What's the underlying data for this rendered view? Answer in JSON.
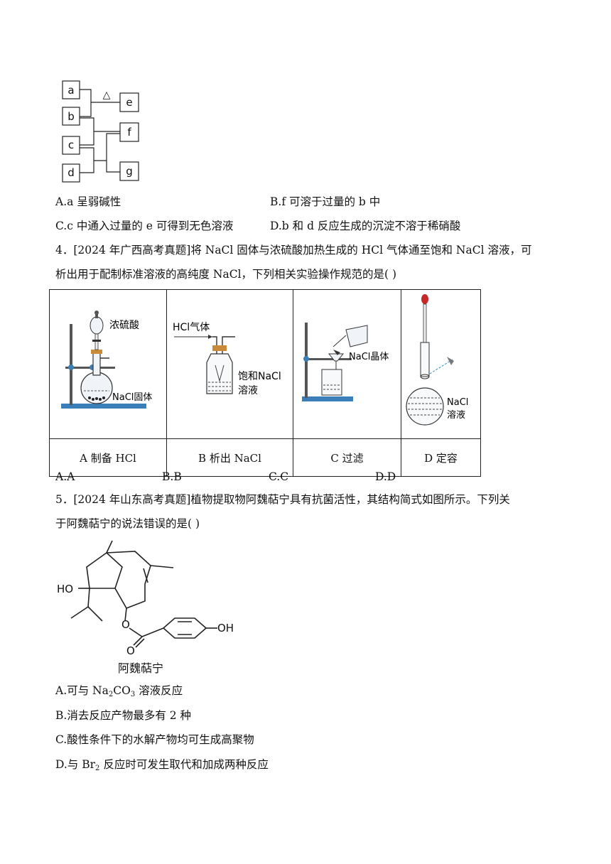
{
  "flow": {
    "boxes": [
      "a",
      "b",
      "c",
      "d",
      "e",
      "f",
      "g"
    ],
    "heat_symbol": "△"
  },
  "q3": {
    "option_a": "A.a 呈弱碱性",
    "option_b": "B.f 可溶于过量的 b 中",
    "option_c": "C.c 中通入过量的 e 可得到无色溶液",
    "option_d": "D.b 和 d 反应生成的沉淀不溶于稀硝酸"
  },
  "q4": {
    "line1": "4．[2024 年广西高考真题]将 NaCl 固体与浓硫酸加热生成的 HCl 气体通至饱和 NaCl 溶液，可",
    "line2": "析出用于配制标准溶液的高纯度 NaCl，下列相关实验操作规范的是(   )",
    "labels": {
      "a_acid": "浓硫酸",
      "a_solid": "NaCl固体",
      "b_gas": "HCl气体",
      "b_sat1": "饱和NaCl",
      "b_sat2": "溶液",
      "c_crystal": "NaCl晶体",
      "d_sol1": "NaCl",
      "d_sol2": "溶液"
    },
    "captions": [
      "A 制备 HCl",
      "B 析出 NaCl",
      "C 过滤",
      "D 定容"
    ],
    "options": [
      "A.A",
      "B.B",
      "C.C",
      "D.D"
    ]
  },
  "q5": {
    "line1": "5．[2024 年山东高考真题]植物提取物阿魏萜宁具有抗菌活性，其结构简式如图所示。下列关",
    "line2": "于阿魏萜宁的说法错误的是(   )",
    "struct": {
      "oh_left": "HO",
      "oh_right": "OH",
      "o_ester": "O",
      "o_carbonyl": "O",
      "name": "阿魏萜宁"
    },
    "option_a_pre": "A.可与 Na",
    "option_a_sub1": "2",
    "option_a_mid": "CO",
    "option_a_sub2": "3",
    "option_a_post": " 溶液反应",
    "option_b": "B.消去反应产物最多有 2 种",
    "option_c": "C.酸性条件下的水解产物均可生成高聚物",
    "option_d_pre": "D.与 Br",
    "option_d_sub": "2",
    "option_d_post": " 反应时可发生取代和加成两种反应"
  }
}
